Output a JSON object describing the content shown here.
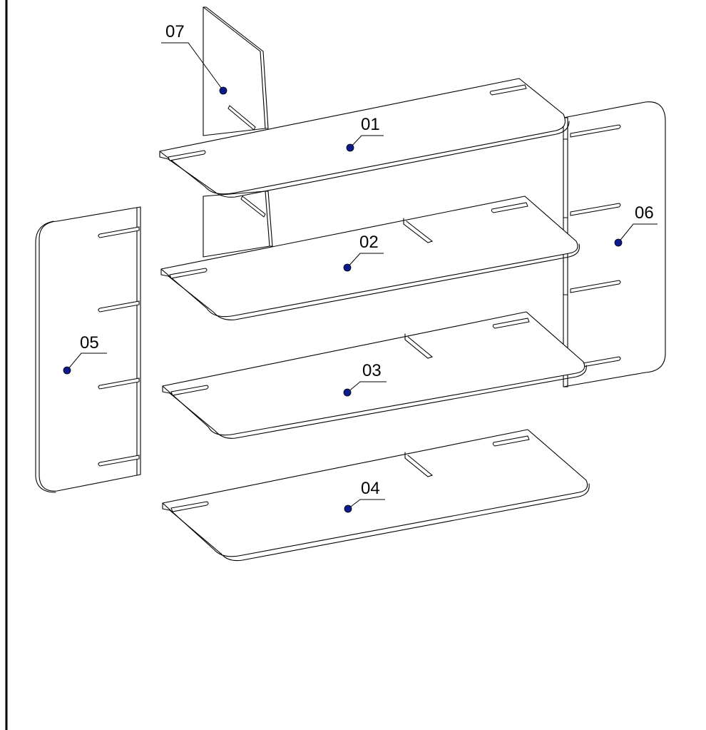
{
  "drawing": {
    "type": "exploded assembly view",
    "colors": {
      "line": "#000000",
      "background": "#ffffff",
      "callout_dot": "#0b1a8c"
    },
    "callouts": [
      {
        "id": "01",
        "label": "01"
      },
      {
        "id": "02",
        "label": "02"
      },
      {
        "id": "03",
        "label": "03"
      },
      {
        "id": "04",
        "label": "04"
      },
      {
        "id": "05",
        "label": "05"
      },
      {
        "id": "06",
        "label": "06"
      },
      {
        "id": "07",
        "label": "07"
      }
    ]
  }
}
